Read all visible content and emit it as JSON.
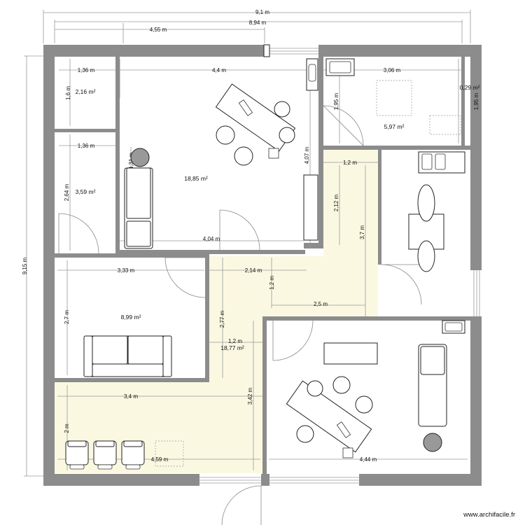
{
  "dimensions": {
    "total_width": "9,1 m",
    "inner_width": "8,94 m",
    "left_width": "4,55 m",
    "total_height": "9,15 m",
    "wc_top_width": "1,36 m",
    "wc_top_height": "1,6 m",
    "office_width": "4,4 m",
    "office_height": "4,31 m",
    "office_inner_height": "4,07 m",
    "office_bottom": "4,04 m",
    "kitchen_width": "3,06 m",
    "kitchen_height_left": "1,95 m",
    "kitchen_height_right": "1,95 m",
    "wc2_width": "1,36 m",
    "wc2_height": "2,64 m",
    "corridor_width_top": "1,2 m",
    "corridor_height_top": "2,12 m",
    "corridor_right_height": "3,7 m",
    "living_width": "3,33 m",
    "living_height": "2,7 m",
    "hall_width": "2,14 m",
    "hall_height": "1,2 m",
    "hall_mid": "2,5 m",
    "hall_left_height": "2,77 m",
    "hall_mid_width": "1,2 m",
    "waiting_width": "3,4 m",
    "waiting_height": "2 m",
    "hall_right_height": "3,42 m",
    "bottom_width": "4,59 m",
    "consult_width": "4,44 m"
  },
  "areas": {
    "wc_top": "2,16 m²",
    "office": "18,85 m²",
    "kitchen": "5,97 m²",
    "small_closet": "0,29 m²",
    "wc2": "3,59 m²",
    "living": "8,99 m²",
    "hall": "18,77 m²"
  },
  "watermark": "www.archifacile.fr",
  "colors": {
    "wall": "#8c8c8c",
    "hall_fill": "#fbf8e2"
  }
}
